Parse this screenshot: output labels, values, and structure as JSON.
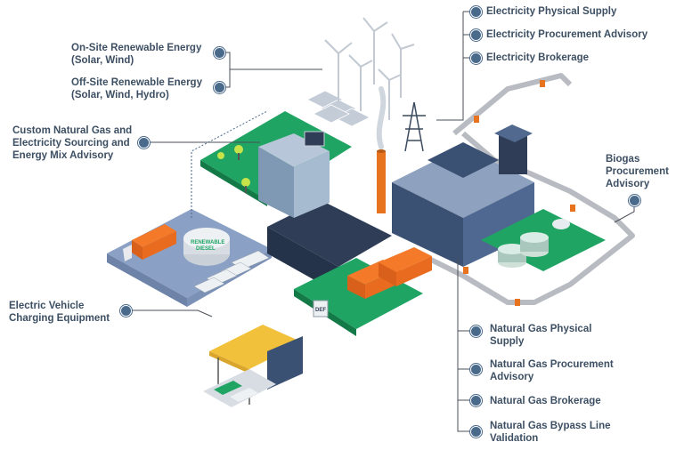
{
  "labels": {
    "onsite": "On-Site Renewable Energy\n(Solar, Wind)",
    "offsite": "Off-Site Renewable Energy\n(Solar, Wind, Hydro)",
    "custom_gas": "Custom Natural Gas and\nElectricity Sourcing and\nEnergy Mix Advisory",
    "ev": "Electric Vehicle\nCharging Equipment",
    "elec_supply": "Electricity Physical Supply",
    "elec_procurement": "Electricity Procurement Advisory",
    "elec_brokerage": "Electricity Brokerage",
    "biogas": "Biogas\nProcurement\nAdvisory",
    "ng_supply": "Natural Gas Physical\nSupply",
    "ng_procurement": "Natural Gas Procurement\nAdvisory",
    "ng_brokerage": "Natural Gas Brokerage",
    "ng_bypass": "Natural Gas Bypass Line\nValidation"
  },
  "signage": {
    "renewable_diesel": "RENEWABLE\nDIESEL",
    "def": "DEF"
  },
  "colors": {
    "text": "#3d4f63",
    "dot": "#4a6a8c",
    "grass": "#1fa463",
    "pavement": "#8aa0c4",
    "building": "#3b5173",
    "truck": "#f47a2a",
    "chimney": "#e8731f"
  }
}
